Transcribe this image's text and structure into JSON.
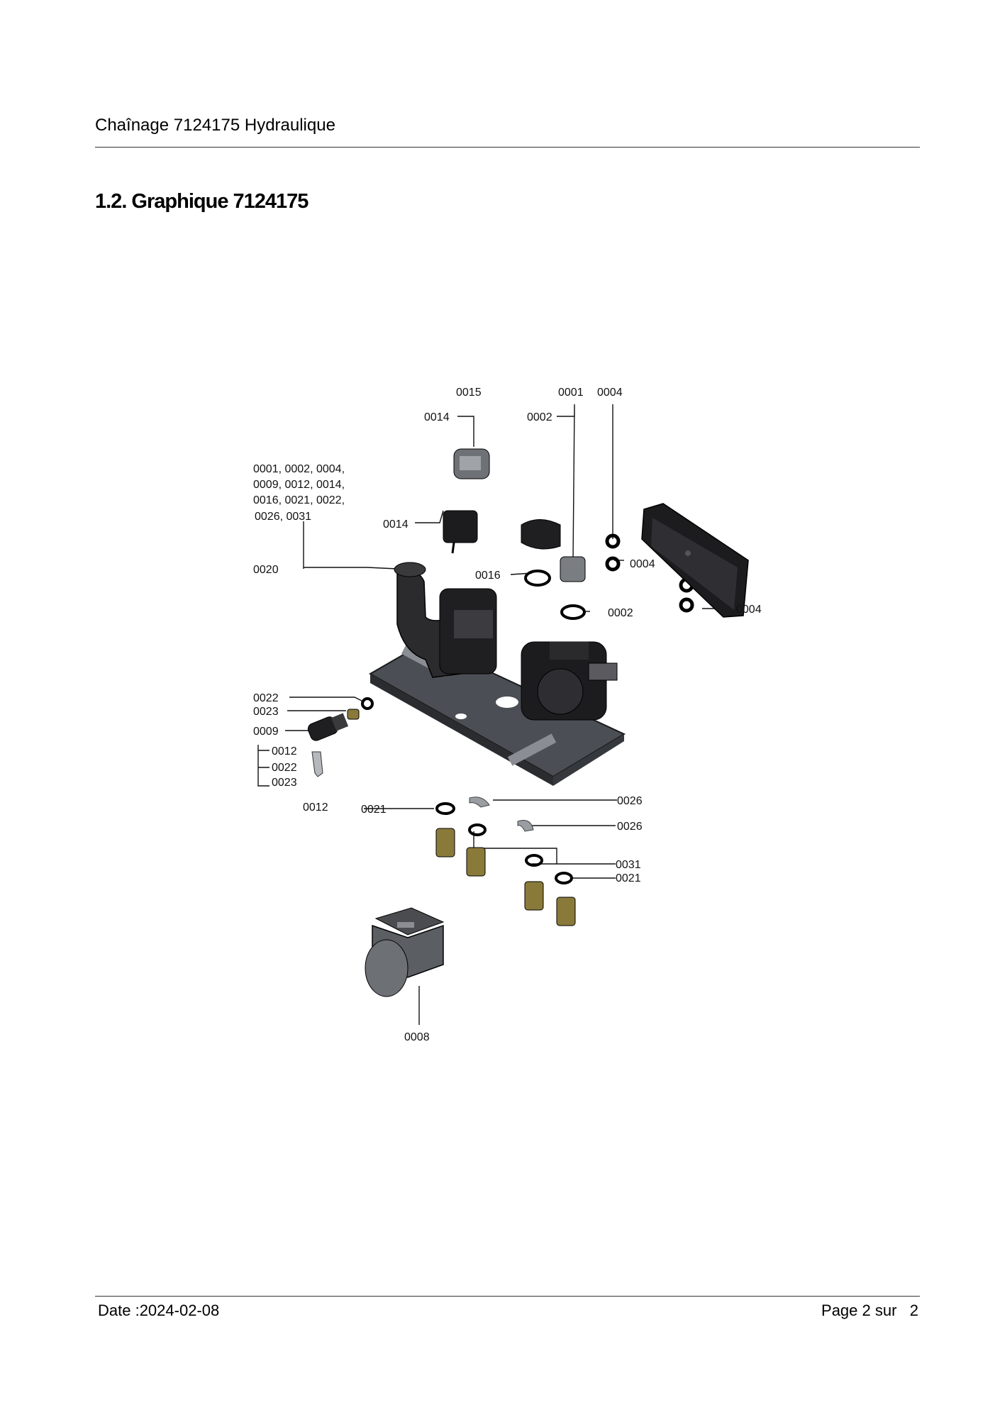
{
  "header": {
    "title": "Chaînage 7124175 Hydraulique"
  },
  "section": {
    "title": "1.2. Graphique 7124175"
  },
  "diagram": {
    "callouts": {
      "p0015_top": "0015",
      "p0014_top": "0014",
      "p0001_top": "0001",
      "p0004_top": "0004",
      "p0002_top": "0002",
      "group_list": [
        "0001, 0002, 0004,",
        "0009, 0012, 0014,",
        "0016, 0021, 0022,",
        "0026, 0031"
      ],
      "p0014_mid": "0014",
      "p0020": "0020",
      "p0016": "0016",
      "p0004_mid": "0004",
      "p0004_right": "0004",
      "p0002_mid": "0002",
      "p0022_left": "0022",
      "p0023_left": "0023",
      "p0009": "0009",
      "sub_0012": "0012",
      "sub_0022": "0022",
      "sub_0023": "0023",
      "p0012_bottom": "0012",
      "p0021_left": "0021",
      "p0026_a": "0026",
      "p0026_b": "0026",
      "p0031": "0031",
      "p0021_right": "0021",
      "p0008": "0008"
    }
  },
  "footer": {
    "date": "Date :2024-02-08",
    "page": "Page 2 sur   2"
  }
}
